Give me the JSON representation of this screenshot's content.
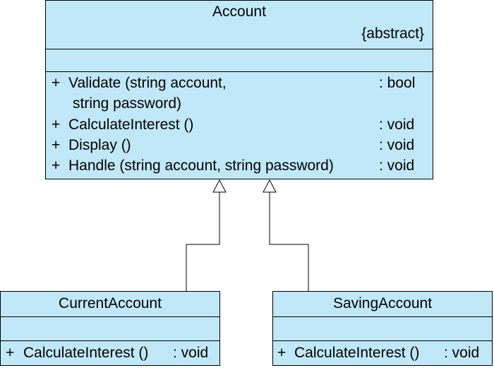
{
  "diagram": {
    "classes": [
      {
        "id": "account",
        "name": "Account",
        "stereotype": "{abstract}",
        "attributes": [],
        "operations": [
          {
            "visibility": "+",
            "signature": "Validate (string account,",
            "continuation": "string password)",
            "return": ": bool"
          },
          {
            "visibility": "+",
            "signature": "CalculateInterest ()",
            "return": ": void"
          },
          {
            "visibility": "+",
            "signature": "Display ()",
            "return": ": void"
          },
          {
            "visibility": "+",
            "signature": "Handle (string account, string password)",
            "return": ": void"
          }
        ]
      },
      {
        "id": "current",
        "name": "CurrentAccount",
        "attributes": [],
        "operations": [
          {
            "visibility": "+",
            "signature": "CalculateInterest ()",
            "return": ": void"
          }
        ]
      },
      {
        "id": "saving",
        "name": "SavingAccount",
        "attributes": [],
        "operations": [
          {
            "visibility": "+",
            "signature": "CalculateInterest ()",
            "return": ": void"
          }
        ]
      }
    ],
    "relations": [
      {
        "type": "generalization",
        "from": "CurrentAccount",
        "to": "Account"
      },
      {
        "type": "generalization",
        "from": "SavingAccount",
        "to": "Account"
      }
    ],
    "colors": {
      "class_fill": "#c0e8f8",
      "line": "#000000"
    }
  }
}
